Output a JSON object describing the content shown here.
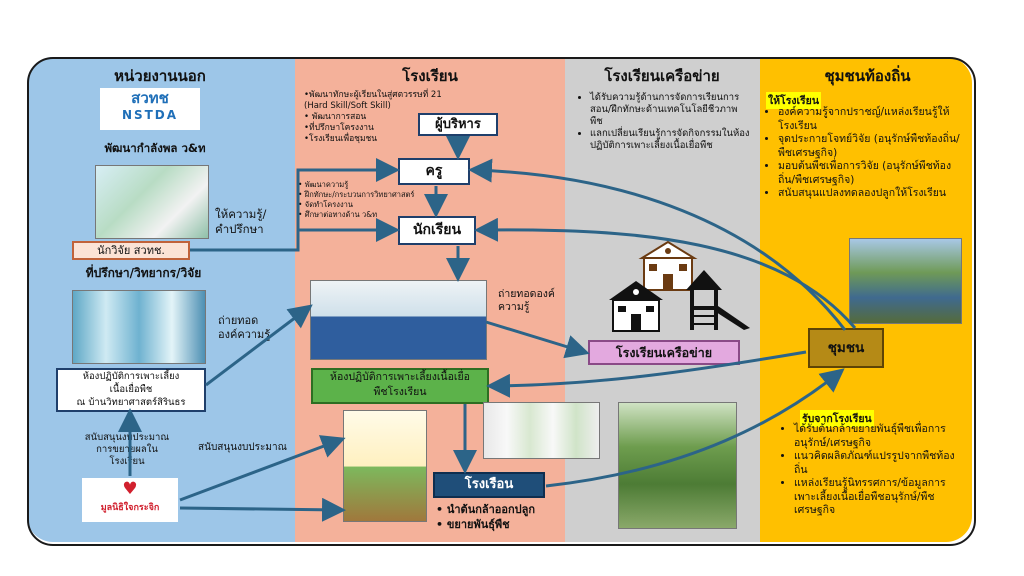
{
  "columns": {
    "external": {
      "title": "หน่วยงานนอก",
      "color": "#9dc6e8"
    },
    "school": {
      "title": "โรงเรียน",
      "color": "#f4b19a"
    },
    "network": {
      "title": "โรงเรียนเครือข่าย",
      "color": "#cfcfcf"
    },
    "community": {
      "title": "ชุมชนท้องถิ่น",
      "color": "#ffc000"
    }
  },
  "external": {
    "logo_nstda": {
      "thai": "สวทช",
      "en": "NSTDA"
    },
    "workforce_label": "พัฒนากำลังพล ว&ท",
    "researcher_box": "นักวิจัย สวทช.",
    "advisor_label": "ที่ปรึกษา/วิทยากร/วิจัย",
    "advice_label": "ให้ความรู้/\nคำปรึกษา",
    "transfer_label": "ถ่ายทอด\nองค์ความรู้",
    "lab_box": "ห้องปฏิบัติการเพาะเลี้ยง\nเนื้อเยื่อพืช\nณ บ้านวิทยาศาสตร์สิรินธร",
    "budget_label_1": "สนับสนุนงบประมาณ\nการขยายผลใน\nโรงเรียน",
    "budget_label_2": "สนับสนุนงบประมาณ",
    "logo_foundation": "มูลนิธิใจกระจิก"
  },
  "school": {
    "top_bullets": [
      "•พัฒนาทักษะผู้เรียนในสู่ศตวรรษที่ 21",
      "(Hard Skill/Soft Skill)",
      "• พัฒนาการสอน",
      "•ที่ปรึกษาโครงงาน",
      "•โรงเรียนเพื่อชุมชน"
    ],
    "admin_box": "ผู้บริหาร",
    "teacher_box": "ครู",
    "teacher_bullets": [
      "• พัฒนาความรู้",
      "• ฝึกทักษะ/กระบวนการวิทยาศาสตร์",
      "• จัดทำโครงงาน",
      "• ศึกษาต่อทางด้าน ว&ท"
    ],
    "student_box": "นักเรียน",
    "transfer_label": "ถ่ายทอดองค์\nความรู้",
    "lab_box": "ห้องปฏิบัติการเพาะเลี้ยงเนื้อเยื่อ\nพืชโรงเรียน",
    "greenhouse_box": "โรงเรือน",
    "greenhouse_bullets": [
      "• นำต้นกล้าออกปลูก",
      "• ขยายพันธุ์พืช"
    ]
  },
  "network": {
    "bullets": [
      "ได้รับความรู้ด้านการจัดการเรียนการสอน/ฝึกทักษะด้านเทคโนโลยีชีวภาพพืช",
      "แลกเปลี่ยนเรียนรู้การจัดกิจกรรมในห้องปฏิบัติการเพาะเลี้ยงเนื้อเยื่อพืช"
    ],
    "school_box": "โรงเรียนเครือข่าย"
  },
  "community": {
    "give_heading": "ให้โรงเรียน",
    "give_bullets": [
      "องค์ความรู้จากปราชญ์/แหล่งเรียนรู้ให้โรงเรียน",
      "จุดประกายโจทย์วิจัย (อนุรักษ์พืชท้องถิ่น/พืชเศรษฐกิจ)",
      "มอบต้นพืชเพื่อการวิจัย (อนุรักษ์พืชท้องถิ่น/พืชเศรษฐกิจ)",
      "สนับสนุนแปลงทดลองปลูกให้โรงเรียน"
    ],
    "community_box": "ชุมชน",
    "receive_heading": "รับจากโรงเรียน",
    "receive_bullets": [
      "ได้รับต้นกล้าขยายพันธุ์พืชเพื่อการอนุรักษ์/เศรษฐกิจ",
      "แนวคิดผลิตภัณฑ์แปรรูปจากพืชท้องถิ่น",
      "แหล่งเรียนรู้นิทรรศการ/ข้อมูลการเพาะเลี้ยงเนื้อเยื่อพืชอนุรักษ์/พืชเศรษฐกิจ"
    ]
  },
  "colors": {
    "arrow": "#2c6488",
    "box_border": "#1f3f6b",
    "lab_green": "#5cb24a",
    "network_box": "#e3a9df",
    "community_box": "#b58a16",
    "greenhouse_box": "#1f4e79"
  }
}
